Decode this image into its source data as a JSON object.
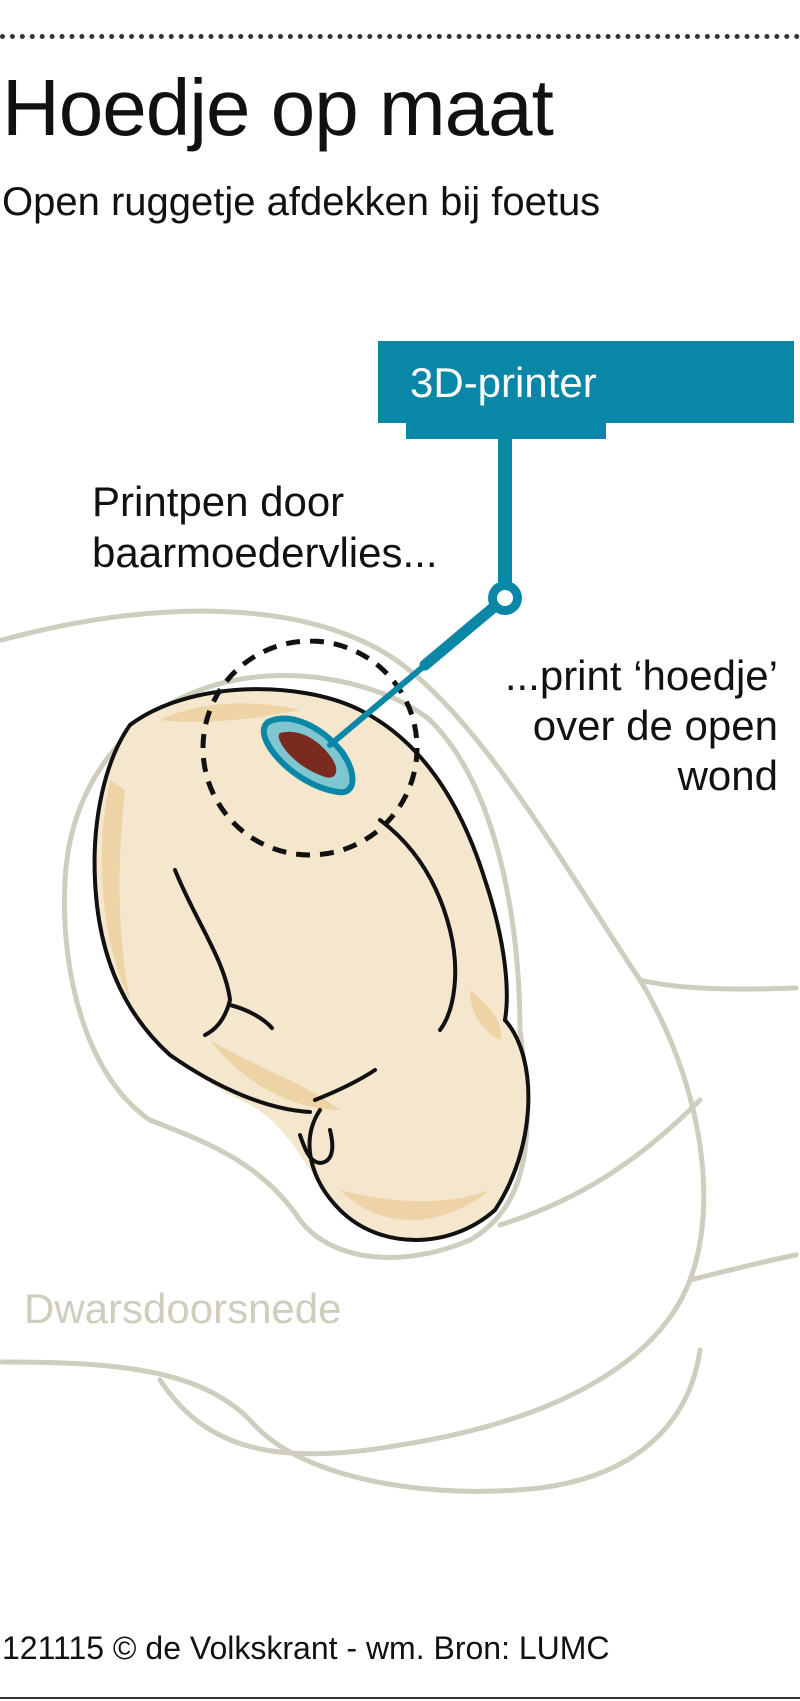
{
  "title": "Hoedje op maat",
  "subtitle": "Open ruggetje afdekken bij foetus",
  "printer": {
    "label": "3D-printer"
  },
  "labels": {
    "printpen_line1": "Printpen door",
    "printpen_line2": "baarmoedervlies...",
    "print_line1": "...print ‘hoedje’",
    "print_line2": "over de open",
    "print_line3": "wond"
  },
  "section_label": "Dwarsdoorsnede",
  "credit": "121115 © de Volkskrant - wm. Bron: LUMC",
  "colors": {
    "accent": "#0a86a6",
    "outline": "#cfcdbd",
    "skin": "#f5e6ce",
    "skin_shadow": "#eccf9f",
    "wound": "#7a2a1e"
  }
}
